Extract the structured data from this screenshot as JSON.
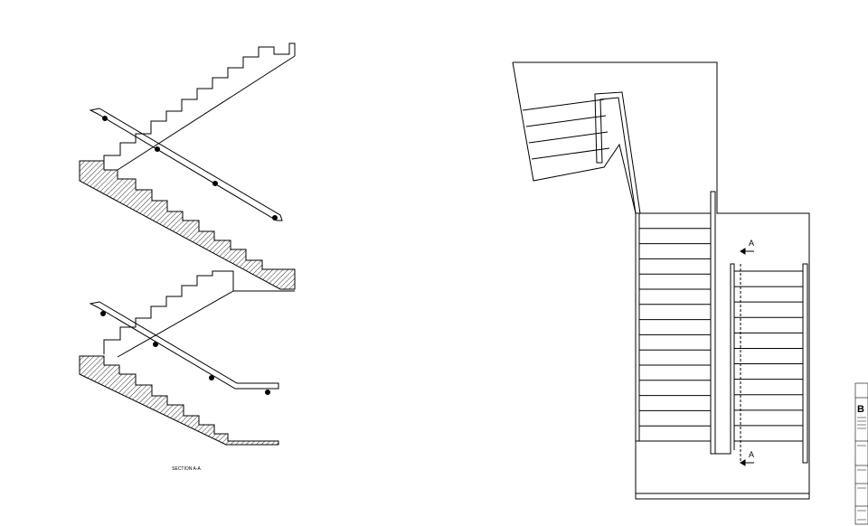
{
  "section_label": "SECTION A-A",
  "section_marker": "A",
  "title_block": {
    "logo_letter": "B"
  },
  "colors": {
    "line": "#000000",
    "background": "#ffffff"
  }
}
